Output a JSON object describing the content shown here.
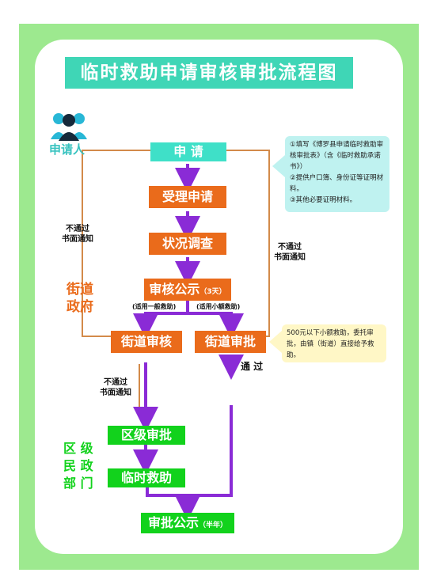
{
  "title": "临时救助申请审核审批流程图",
  "applicant_label": "申请人",
  "street_label": "街道\n政府",
  "district_label": "区 级\n民 政\n部 门",
  "steps": {
    "apply": "申  请",
    "accept": "受理申请",
    "investigate": "状况调查",
    "publicize": "审核公示",
    "publicize_days": "（3天）",
    "street_review": "街道审核",
    "street_approve": "街道审批",
    "district_approve": "区级审批",
    "temp_aid": "临时救助",
    "final_publicize": "审批公示",
    "final_period": "（半年）"
  },
  "branch_labels": {
    "general": "(适用一般救助)",
    "small": "(适用小额救助)"
  },
  "reject_labels": {
    "left_top": "不通过\n书面通知",
    "right": "不通过\n书面通知",
    "left_bottom": "不通过\n书面通知"
  },
  "pass_label": "通 过",
  "notes": {
    "apply_note": "①填写《博罗县申请临时救助审核审批表》（含《临时救助承诺书》）\n②提供户口簿、身份证等证明材料。\n③其他必要证明材料。",
    "small_note": "500元以下小额救助，委托审批，由镇（街道）直接给予救助。"
  },
  "colors": {
    "frame": "#9de98f",
    "title_bg": "#3fd6b6",
    "orange": "#ea6b1b",
    "green": "#12d21c",
    "purple": "#8a2bd6",
    "connector": "#d38a4a"
  },
  "icons": [
    "people-icon"
  ]
}
